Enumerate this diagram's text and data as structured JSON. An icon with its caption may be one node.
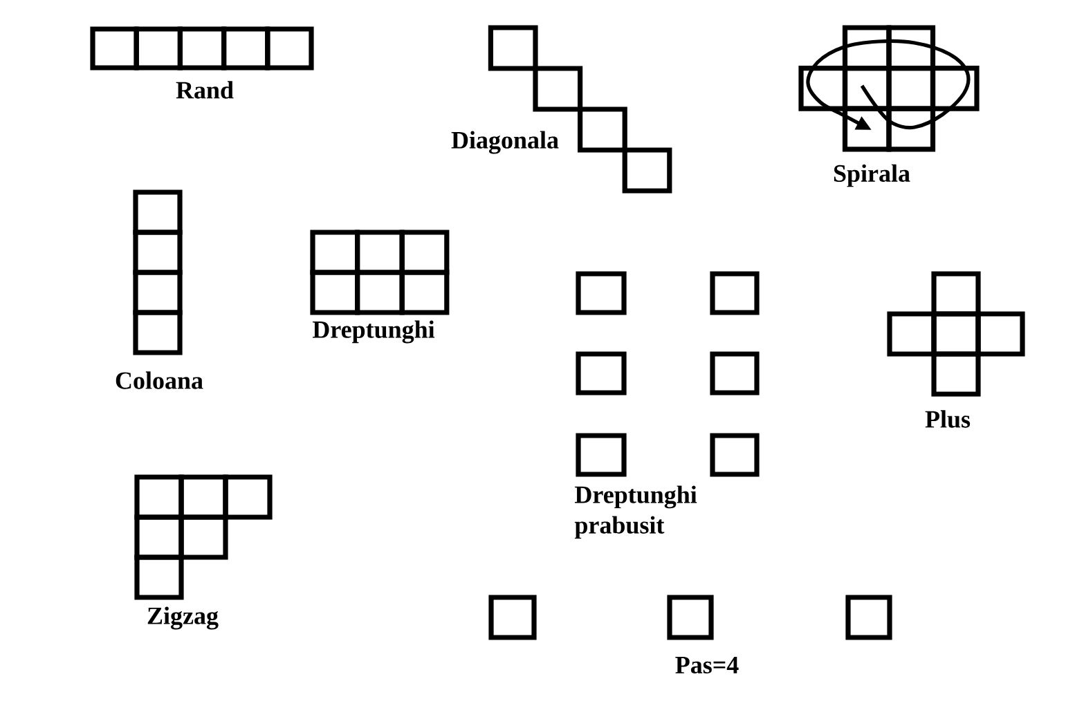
{
  "diagram": {
    "labels": [
      "Rand",
      "Diagonala",
      "Spirala",
      "Coloana",
      "Dreptunghi",
      "Dreptunghi prabusit",
      "Plus",
      "Zigzag",
      "Pas=4"
    ]
  }
}
